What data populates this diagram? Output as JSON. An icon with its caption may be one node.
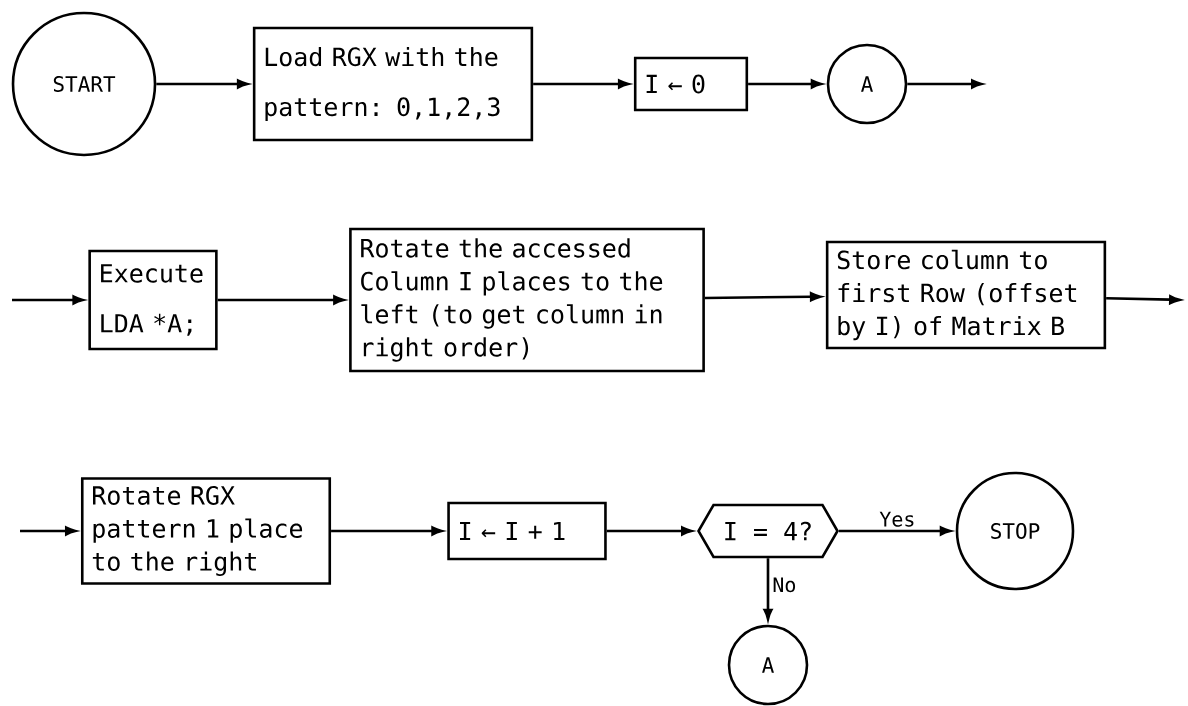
{
  "diagram": {
    "nodes": [
      {
        "text": [
          "START"
        ]
      },
      {
        "text": [
          "Load RGX with the pattern: 0,1,2,3"
        ]
      },
      {
        "text": [
          "I ← 0"
        ]
      },
      {
        "text": [
          "A"
        ]
      },
      {
        "text": [
          "Execute LDA *A;"
        ]
      },
      {
        "text": [
          "Rotate the accessed Column I places to the left (to get column in right order)"
        ]
      },
      {
        "text": [
          "Store column to first Row (offset by I) of Matrix B"
        ]
      },
      {
        "text": [
          "Rotate RGX pattern 1 place to the right"
        ]
      },
      {
        "text": [
          "I ← I + 1"
        ]
      },
      {
        "text": [
          "I = 4?"
        ]
      },
      {
        "text": [
          "STOP"
        ]
      },
      {
        "text": [
          "A"
        ]
      }
    ],
    "edges": [
      {
        "from": 0,
        "to": 1,
        "arrow": "to"
      },
      {
        "from": 1,
        "to": 2,
        "arrow": "to"
      },
      {
        "from": 2,
        "to": 3,
        "arrow": "to"
      },
      {
        "from": 3,
        "to": null,
        "arrow": "to"
      },
      {
        "from": null,
        "to": 4,
        "arrow": "to"
      },
      {
        "from": 4,
        "to": 5,
        "arrow": "to"
      },
      {
        "from": 5,
        "to": 6,
        "arrow": "to"
      },
      {
        "from": 6,
        "to": null,
        "arrow": "to"
      },
      {
        "from": null,
        "to": 7,
        "arrow": "to"
      },
      {
        "from": 7,
        "to": 8,
        "arrow": "to"
      },
      {
        "from": 8,
        "to": 9,
        "arrow": "to"
      },
      {
        "from": 9,
        "to": 10,
        "arrow": "to",
        "label": "Yes"
      },
      {
        "from": 9,
        "to": 11,
        "arrow": "to",
        "label": "No"
      }
    ]
  }
}
